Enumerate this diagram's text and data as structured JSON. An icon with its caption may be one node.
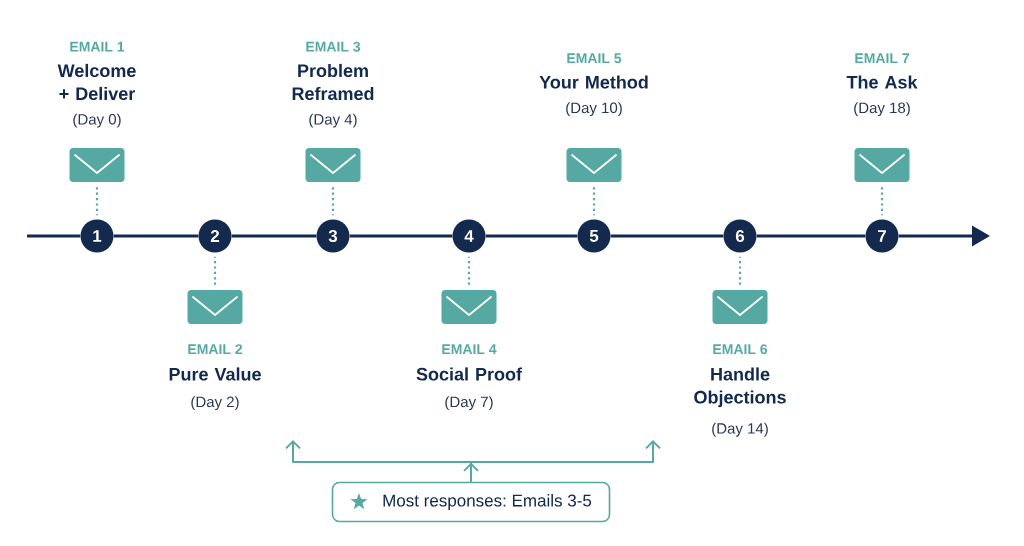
{
  "diagram": {
    "nodes": [
      {
        "text": [],
        "shape": "envelope",
        "beside": [
          "EMAIL 1",
          "Welcome + Deliver",
          "(Day 0)"
        ]
      },
      {
        "text": [
          "1"
        ]
      },
      {
        "text": [],
        "shape": "envelope",
        "beside": [
          "EMAIL 2",
          "Pure Value",
          "(Day 2)"
        ]
      },
      {
        "text": [
          "2"
        ]
      },
      {
        "text": [],
        "shape": "envelope",
        "beside": [
          "EMAIL 3",
          "Problem Reframed",
          "(Day 4)"
        ]
      },
      {
        "text": [
          "3"
        ]
      },
      {
        "text": [],
        "shape": "envelope",
        "beside": [
          "EMAIL 4",
          "Social Proof",
          "(Day 7)"
        ]
      },
      {
        "text": [
          "4"
        ]
      },
      {
        "text": [],
        "shape": "envelope",
        "beside": [
          "EMAIL 5",
          "Your Method",
          "(Day 10)"
        ]
      },
      {
        "text": [
          "5"
        ]
      },
      {
        "text": [],
        "shape": "envelope",
        "beside": [
          "EMAIL 6",
          "Handle Objections",
          "(Day 14)"
        ]
      },
      {
        "text": [
          "6"
        ]
      },
      {
        "text": [],
        "shape": "envelope",
        "beside": [
          "EMAIL 7",
          "The Ask",
          "(Day 18)"
        ]
      },
      {
        "text": [
          "7"
        ]
      },
      {
        "text": [
          "Most responses: Emails 3-5"
        ]
      }
    ],
    "edges": [
      {
        "from": 0,
        "to": 1,
        "arrow": "none",
        "style": "dashed",
        "color": "#56a9a2"
      },
      {
        "from": 2,
        "to": 3,
        "arrow": "none",
        "style": "dashed",
        "color": "#56a9a2"
      },
      {
        "from": 4,
        "to": 5,
        "arrow": "none",
        "style": "dashed",
        "color": "#56a9a2"
      },
      {
        "from": 6,
        "to": 7,
        "arrow": "none",
        "style": "dashed",
        "color": "#56a9a2"
      },
      {
        "from": 8,
        "to": 9,
        "arrow": "none",
        "style": "dashed",
        "color": "#56a9a2"
      },
      {
        "from": 10,
        "to": 11,
        "arrow": "none",
        "style": "dashed",
        "color": "#56a9a2"
      },
      {
        "from": 12,
        "to": 13,
        "arrow": "none",
        "style": "dashed",
        "color": "#56a9a2"
      },
      {
        "from": null,
        "to": 1,
        "arrow": "none",
        "color": "#132a4e"
      },
      {
        "from": 1,
        "to": 3,
        "arrow": "none",
        "color": "#132a4e"
      },
      {
        "from": 3,
        "to": 5,
        "arrow": "none",
        "color": "#132a4e"
      },
      {
        "from": 5,
        "to": 7,
        "arrow": "none",
        "color": "#132a4e"
      },
      {
        "from": 7,
        "to": 9,
        "arrow": "none",
        "color": "#132a4e"
      },
      {
        "from": 9,
        "to": 11,
        "arrow": "none",
        "color": "#132a4e"
      },
      {
        "from": 11,
        "to": 13,
        "arrow": "none",
        "color": "#132a4e"
      },
      {
        "from": 13,
        "to": null,
        "arrow": "to",
        "color": "#132a4e"
      },
      {
        "from": 14,
        "to": null,
        "arrow": "to",
        "color": "#56a9a2"
      },
      {
        "from": 14,
        "to": null,
        "arrow": "to",
        "color": "#56a9a2"
      }
    ]
  }
}
